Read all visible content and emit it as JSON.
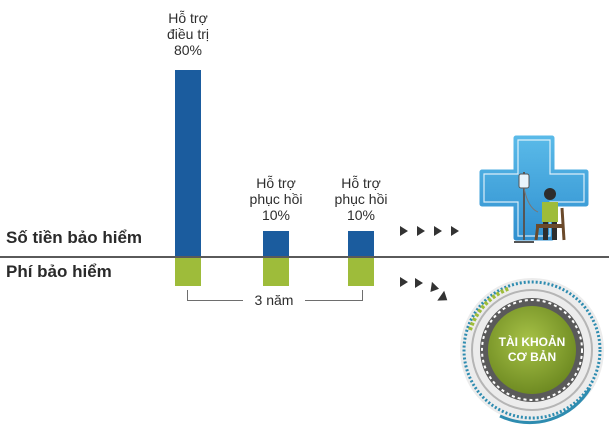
{
  "labels": {
    "insured_amount": "Số tiền bảo hiểm",
    "premium": "Phí bảo hiểm"
  },
  "bars": [
    {
      "lines": [
        "Hỗ trợ",
        "điều trị",
        "80%"
      ],
      "value_percent": 80
    },
    {
      "lines": [
        "Hỗ trợ",
        "phục hồi",
        "10%"
      ],
      "value_percent": 10
    },
    {
      "lines": [
        "Hỗ trợ",
        "phục hồi",
        "10%"
      ],
      "value_percent": 10
    }
  ],
  "period": "3 năm",
  "account": {
    "line1": "TÀI KHOẢN",
    "line2": "CƠ BẢN"
  },
  "icons": [
    "medical-cross-icon",
    "patient-iv-icon",
    "gear-badge-icon",
    "arrow-right-icon",
    "arrow-down-right-icon"
  ],
  "colors": {
    "bar_top": "#1b5c9e",
    "bar_bottom": "#9ebc3a",
    "cross": "#4da9de",
    "badge_green": "#8faa33"
  }
}
